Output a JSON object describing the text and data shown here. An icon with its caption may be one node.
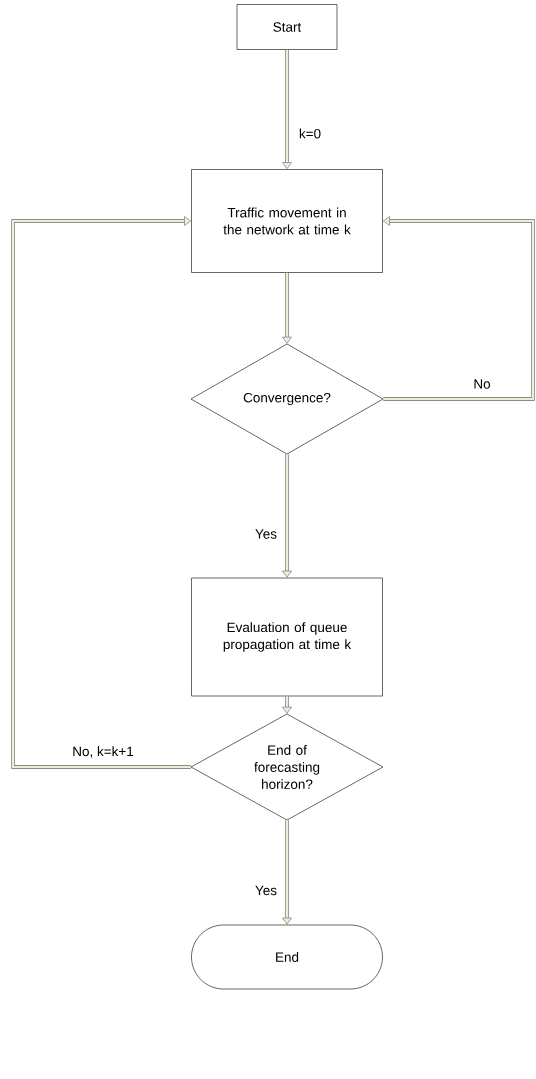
{
  "diagram": {
    "nodes": [
      {
        "text": [
          "Start"
        ]
      },
      {
        "text": [
          "Traffic movement in the network at time k"
        ]
      },
      {
        "text": [
          "Convergence?"
        ]
      },
      {
        "text": [
          "Evaluation of queue propagation at time k"
        ]
      },
      {
        "text": [
          "End of forecasting horizon?"
        ]
      },
      {
        "text": [
          "End"
        ]
      }
    ],
    "edges": [
      {
        "from": 0,
        "to": 1,
        "arrow": "to",
        "label": "k=0"
      },
      {
        "from": 1,
        "to": 2,
        "arrow": "to"
      },
      {
        "from": 2,
        "to": 1,
        "arrow": "to",
        "label": "No"
      },
      {
        "from": 2,
        "to": 3,
        "arrow": "to",
        "label": "Yes"
      },
      {
        "from": 3,
        "to": 4,
        "arrow": "to"
      },
      {
        "from": 4,
        "to": 1,
        "arrow": "to",
        "label": "No, k=k+1"
      },
      {
        "from": 4,
        "to": 5,
        "arrow": "to",
        "label": "Yes"
      }
    ]
  }
}
